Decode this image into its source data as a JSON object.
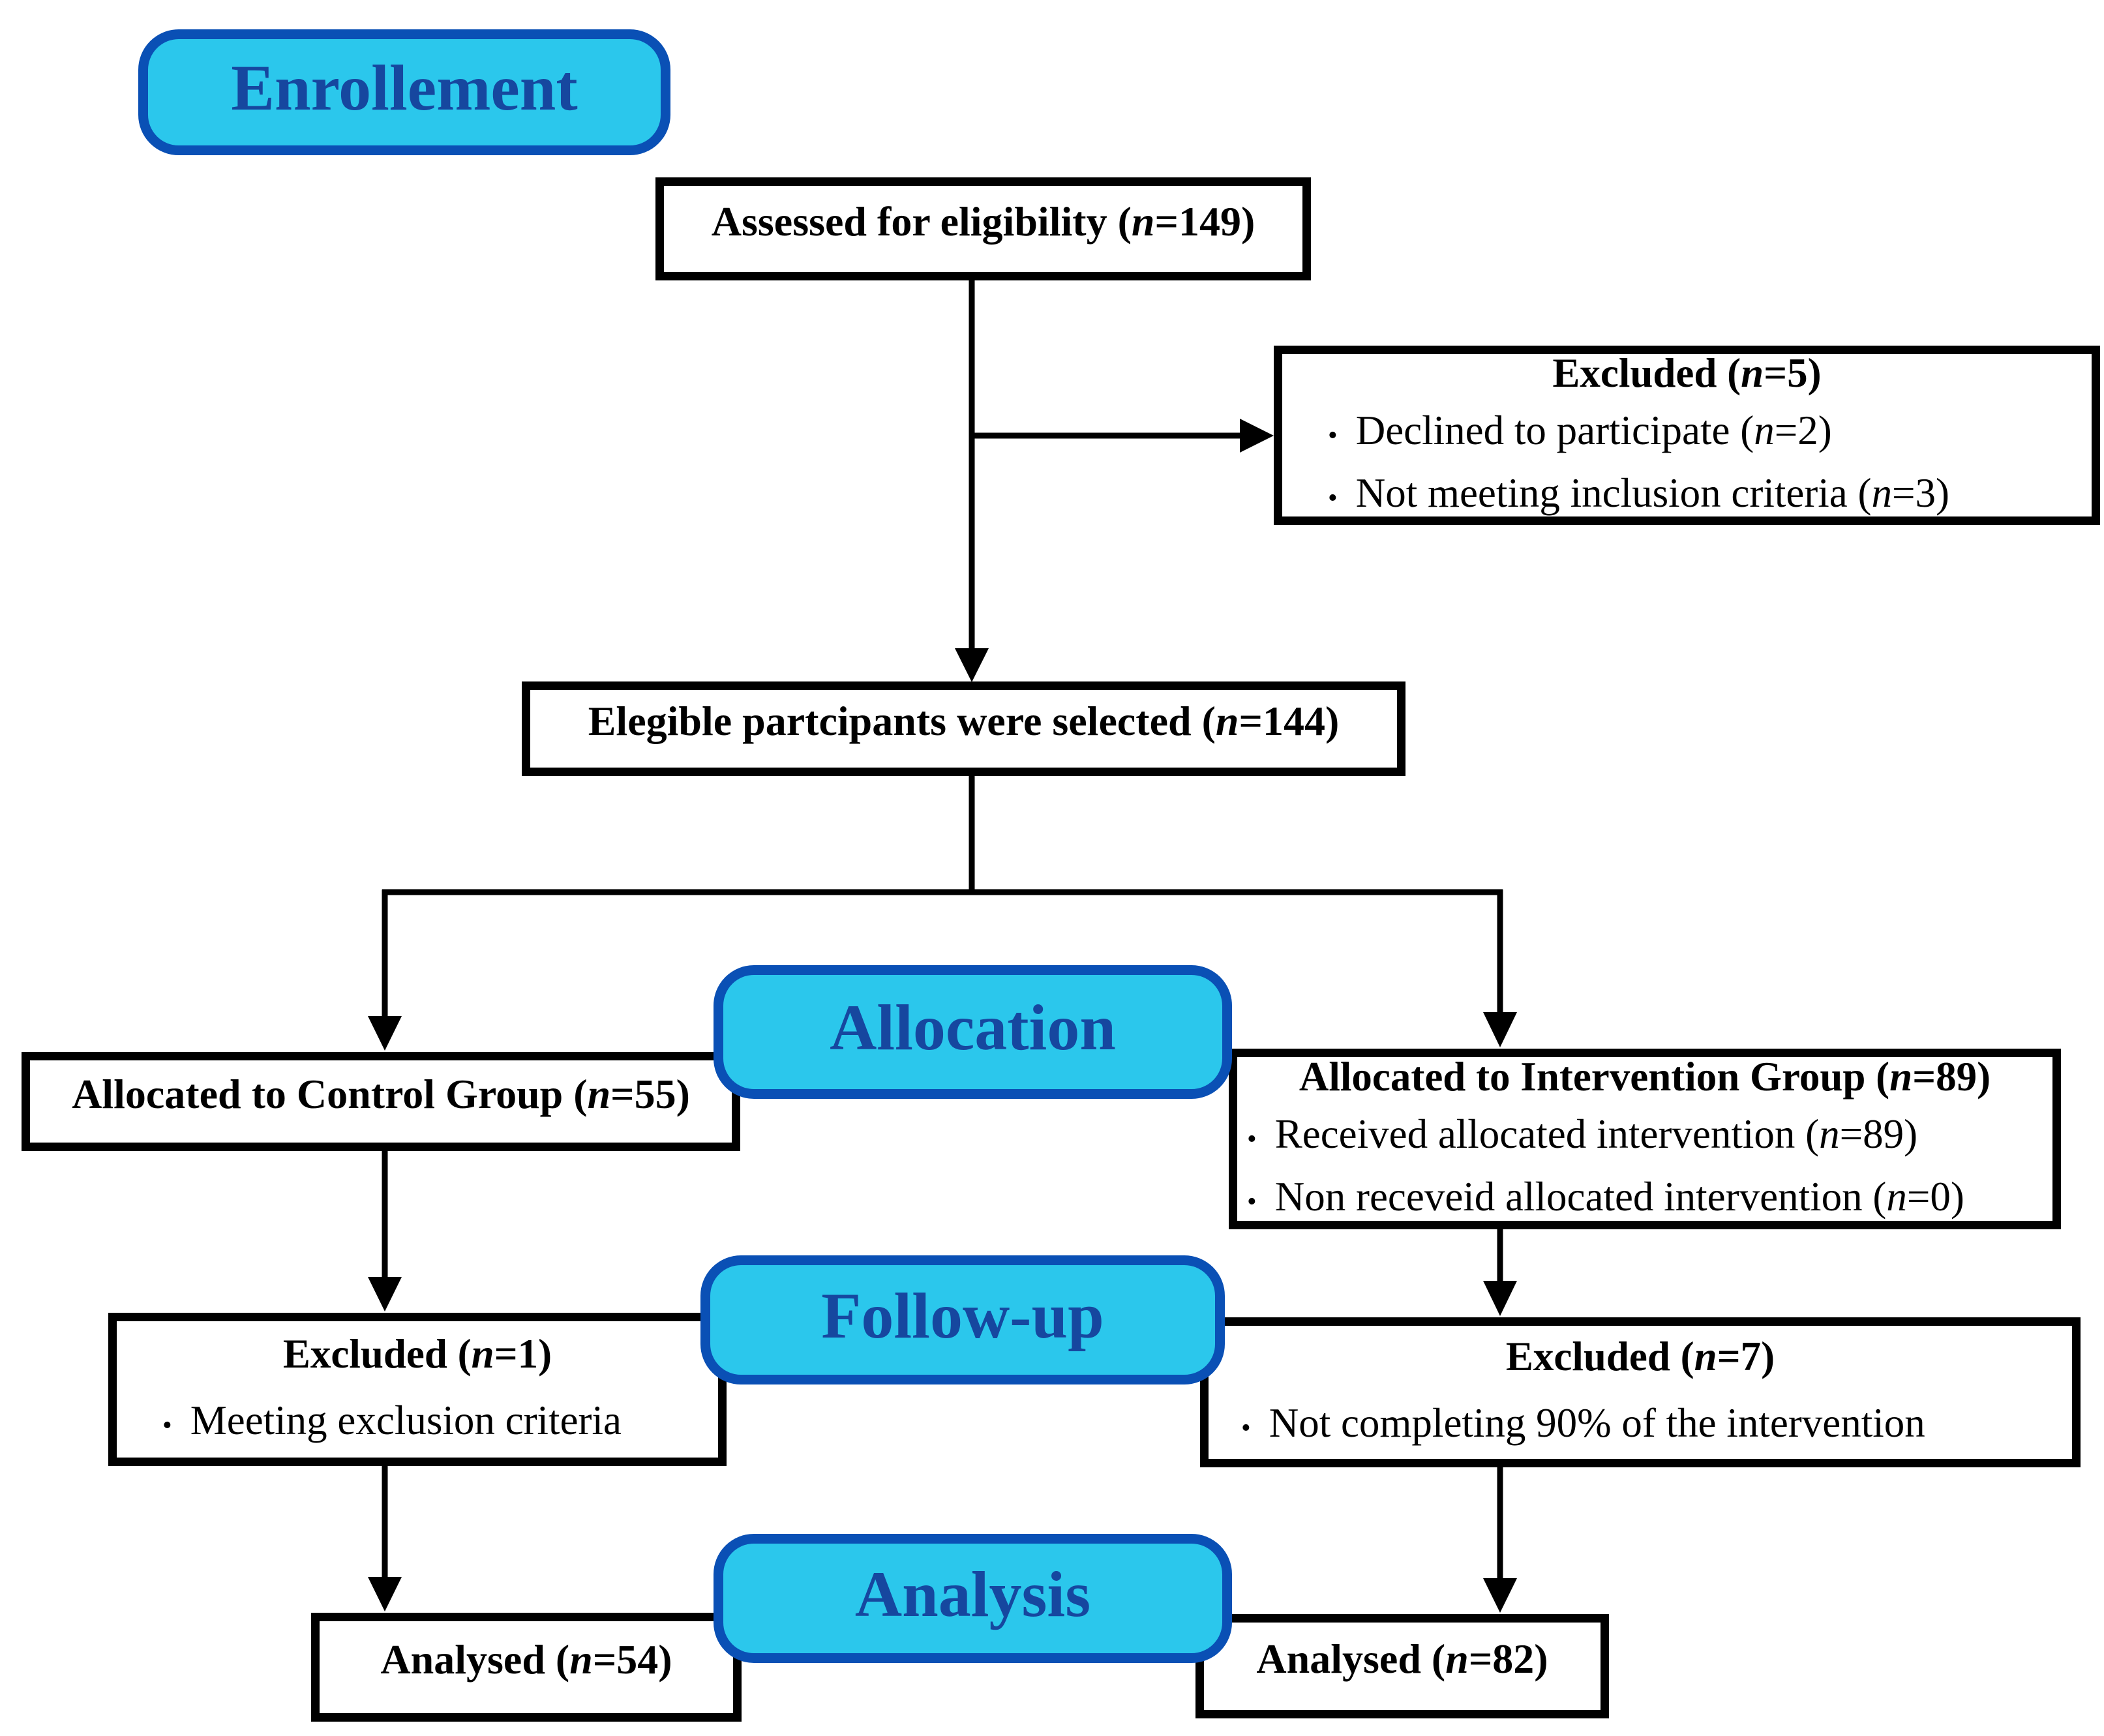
{
  "figure": {
    "type": "consort-flow-diagram"
  },
  "colors": {
    "pill_fill": "#2BC7EC",
    "pill_border": "#0A50B5",
    "pill_text": "#16479F",
    "box_border": "#000000",
    "box_text": "#000000",
    "connector": "#000000",
    "background": "#FFFFFF"
  },
  "bullet_char": "•",
  "stage_labels": {
    "enrollment": "Enrollement",
    "allocation": "Allocation",
    "follow_up": "Follow-up",
    "analysis": "Analysis"
  },
  "boxes": {
    "assessed": {
      "text": "Assessed for eligibility (n=149)"
    },
    "excluded_enrollment": {
      "title": "Excluded (n=5)",
      "items": [
        "Declined to participate (n=2)",
        "Not meeting inclusion criteria (n=3)"
      ]
    },
    "eligible": {
      "text": "Elegible partcipants were selected (n=144)"
    },
    "control": {
      "text": "Allocated to Control Group (n=55)"
    },
    "intervention": {
      "title": "Allocated to Intervention Group (n=89)",
      "items": [
        "Received allocated intervention (n=89)",
        "Non receveid allocated intervention (n=0)"
      ]
    },
    "excluded_control": {
      "title": "Excluded (n=1)",
      "items": [
        "Meeting exclusion criteria"
      ]
    },
    "excluded_intervention": {
      "title": "Excluded (n=7)",
      "items": [
        "Not completing 90% of the intervention"
      ]
    },
    "analysed_control": {
      "text": "Analysed (n=54)"
    },
    "analysed_intervention": {
      "text": "Analysed (n=82)"
    }
  }
}
